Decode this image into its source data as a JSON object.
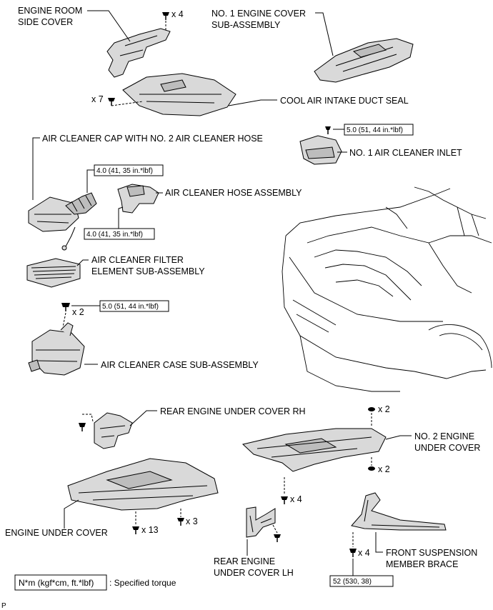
{
  "parts": {
    "engine_room_side_cover": [
      "ENGINE ROOM",
      "SIDE COVER"
    ],
    "no1_engine_cover": [
      "NO. 1 ENGINE COVER",
      "SUB-ASSEMBLY"
    ],
    "cool_air_intake_duct_seal": "COOL AIR INTAKE DUCT SEAL",
    "air_cleaner_cap": "AIR CLEANER CAP WITH NO. 2 AIR CLEANER HOSE",
    "no1_air_cleaner_inlet": "NO. 1 AIR CLEANER INLET",
    "air_cleaner_hose_assembly": "AIR CLEANER HOSE ASSEMBLY",
    "air_cleaner_filter": [
      "AIR CLEANER FILTER",
      "ELEMENT SUB-ASSEMBLY"
    ],
    "air_cleaner_case": "AIR CLEANER CASE SUB-ASSEMBLY",
    "rear_engine_under_cover_rh": "REAR ENGINE UNDER COVER RH",
    "no2_engine_under_cover": [
      "NO. 2 ENGINE",
      "UNDER COVER"
    ],
    "engine_under_cover": "ENGINE UNDER COVER",
    "rear_engine_under_cover_lh": [
      "REAR ENGINE",
      "UNDER COVER LH"
    ],
    "front_suspension_member_brace": [
      "FRONT SUSPENSION",
      "MEMBER BRACE"
    ]
  },
  "quantities": {
    "side_cover_clips": "x 4",
    "duct_seal_clips": "x 7",
    "case_bolts": "x 2",
    "no2_cover_top": "x 2",
    "no2_cover_bottom": "x 2",
    "rear_lh_bolts": "x 4",
    "under_cover_screws": "x 3",
    "under_cover_bolts": "x 13",
    "brace_bolts": "x 4"
  },
  "torques": {
    "inlet": "5.0 (51, 44 in.*lbf)",
    "cap_clamp": "4.0 (41, 35 in.*lbf)",
    "hose_clamp": "4.0 (41, 35 in.*lbf)",
    "case": "5.0 (51, 44 in.*lbf)",
    "brace": "52 (530, 38)"
  },
  "legend": {
    "unit": "N*m (kgf*cm, ft.*lbf)",
    "desc": ": Specified torque"
  },
  "figure_code": "P"
}
